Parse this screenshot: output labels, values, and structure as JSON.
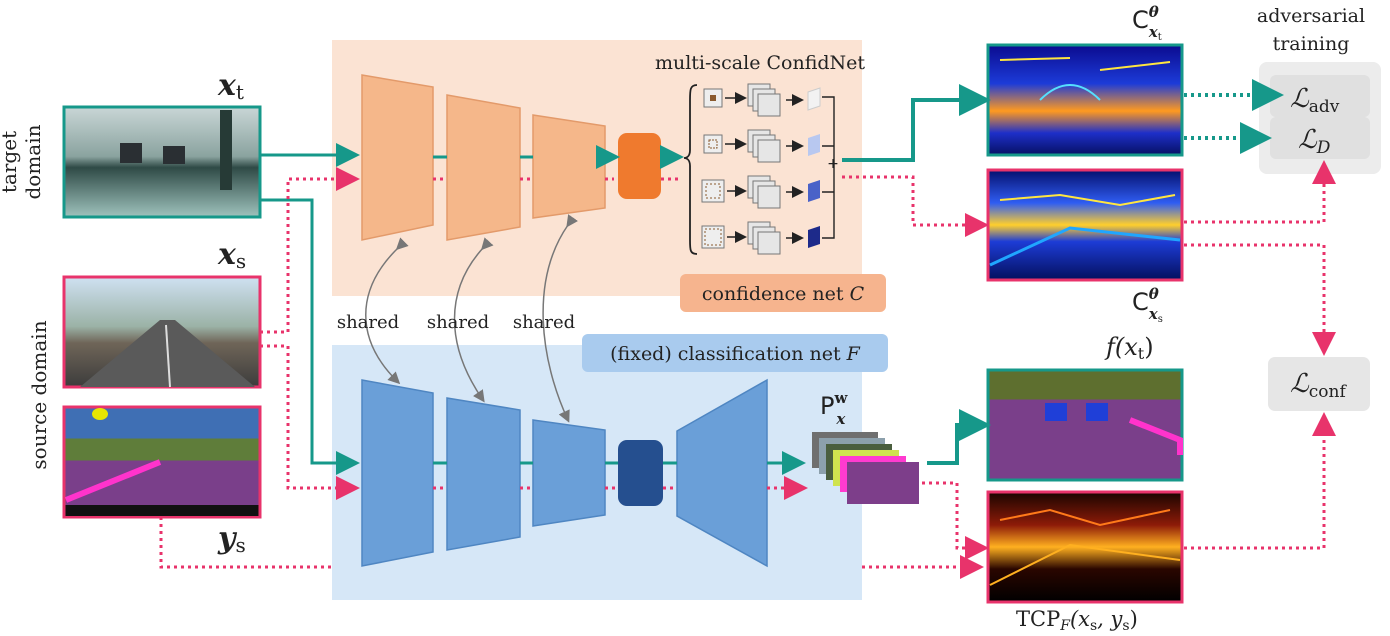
{
  "labels": {
    "target_domain_line1": "target",
    "target_domain_line2": "domain",
    "source_domain": "source domain",
    "x_t_base": "x",
    "x_t_sub": "t",
    "x_s_base": "x",
    "x_s_sub": "s",
    "y_s_base": "y",
    "y_s_sub": "s",
    "multi_scale": "multi-scale ConfidNet",
    "confidence_net": "confidence net ",
    "confidence_net_var": "C",
    "classification_net": "(fixed) classification net ",
    "classification_net_var": "F",
    "shared": [
      "shared",
      "shared",
      "shared"
    ],
    "adversarial_line1": "adversarial",
    "adversarial_line2": "training",
    "c_base": "C",
    "c_sup": "θ",
    "c_sub_t": "x",
    "c_sub_t_sub": "t",
    "c_sub_s": "x",
    "c_sub_s_sub": "s",
    "p_base": "P",
    "p_sup": "w",
    "p_sub": "x",
    "f_xt": "f(x",
    "f_xt_sub": "t",
    "f_xt_close": ")",
    "tcp": "TCP",
    "tcp_sub": "F",
    "tcp_args": "(x",
    "tcp_args_s1": "s",
    "tcp_args_mid": ", y",
    "tcp_args_s2": "s",
    "tcp_close": ")",
    "l_adv_base": "ℒ",
    "l_adv_sub": "adv",
    "l_d_base": "ℒ",
    "l_d_sub": "D",
    "l_conf_base": "ℒ",
    "l_conf_sub": "conf"
  },
  "colors": {
    "teal": "#16988a",
    "pink": "#e8336b",
    "orange_bg": "#fbe3d3",
    "blue_bg": "#d6e7f7",
    "encoder_orange": "#f5b78a",
    "encoder_blue": "#6a9fd8",
    "aspp_orange": "#ef7a2e",
    "aspp_blue": "#254f8f",
    "loss_box": "#e6e6e6"
  }
}
